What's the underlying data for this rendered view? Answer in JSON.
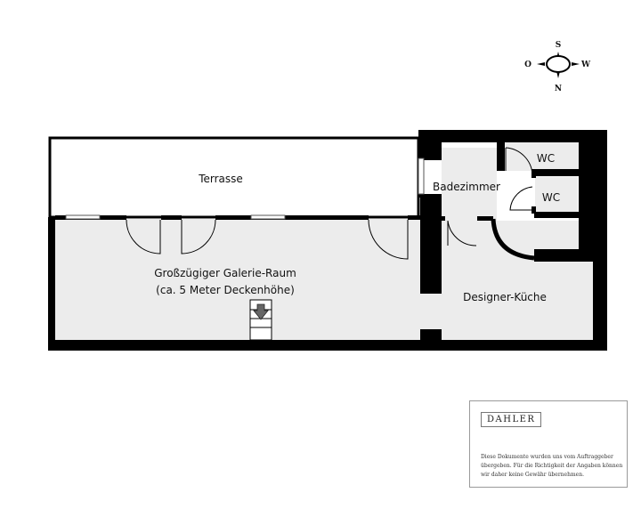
{
  "floorplan": {
    "rooms": [
      {
        "id": "terrasse",
        "label": "Terrasse"
      },
      {
        "id": "galerie",
        "label_line1": "Großzügiger Galerie-Raum",
        "label_line2": "(ca. 5 Meter Deckenhöhe)"
      },
      {
        "id": "badezimmer",
        "label": "Badezimmer"
      },
      {
        "id": "wc1",
        "label": "WC"
      },
      {
        "id": "wc2",
        "label": "WC"
      },
      {
        "id": "kueche",
        "label": "Designer-Küche"
      }
    ],
    "colors": {
      "wall": "#000000",
      "floor": "#ececec",
      "terrace": "#ffffff",
      "stair_arrow": "#666666"
    }
  },
  "compass": {
    "top": "S",
    "left": "O",
    "right": "W",
    "bottom": "N"
  },
  "disclaimer": {
    "logo": "DAHLER",
    "text": "Diese Dokumente wurden uns vom Auftraggeber übergeben. Für die Richtigkeit der Angaben können wir daher keine Gewähr übernehmen."
  }
}
